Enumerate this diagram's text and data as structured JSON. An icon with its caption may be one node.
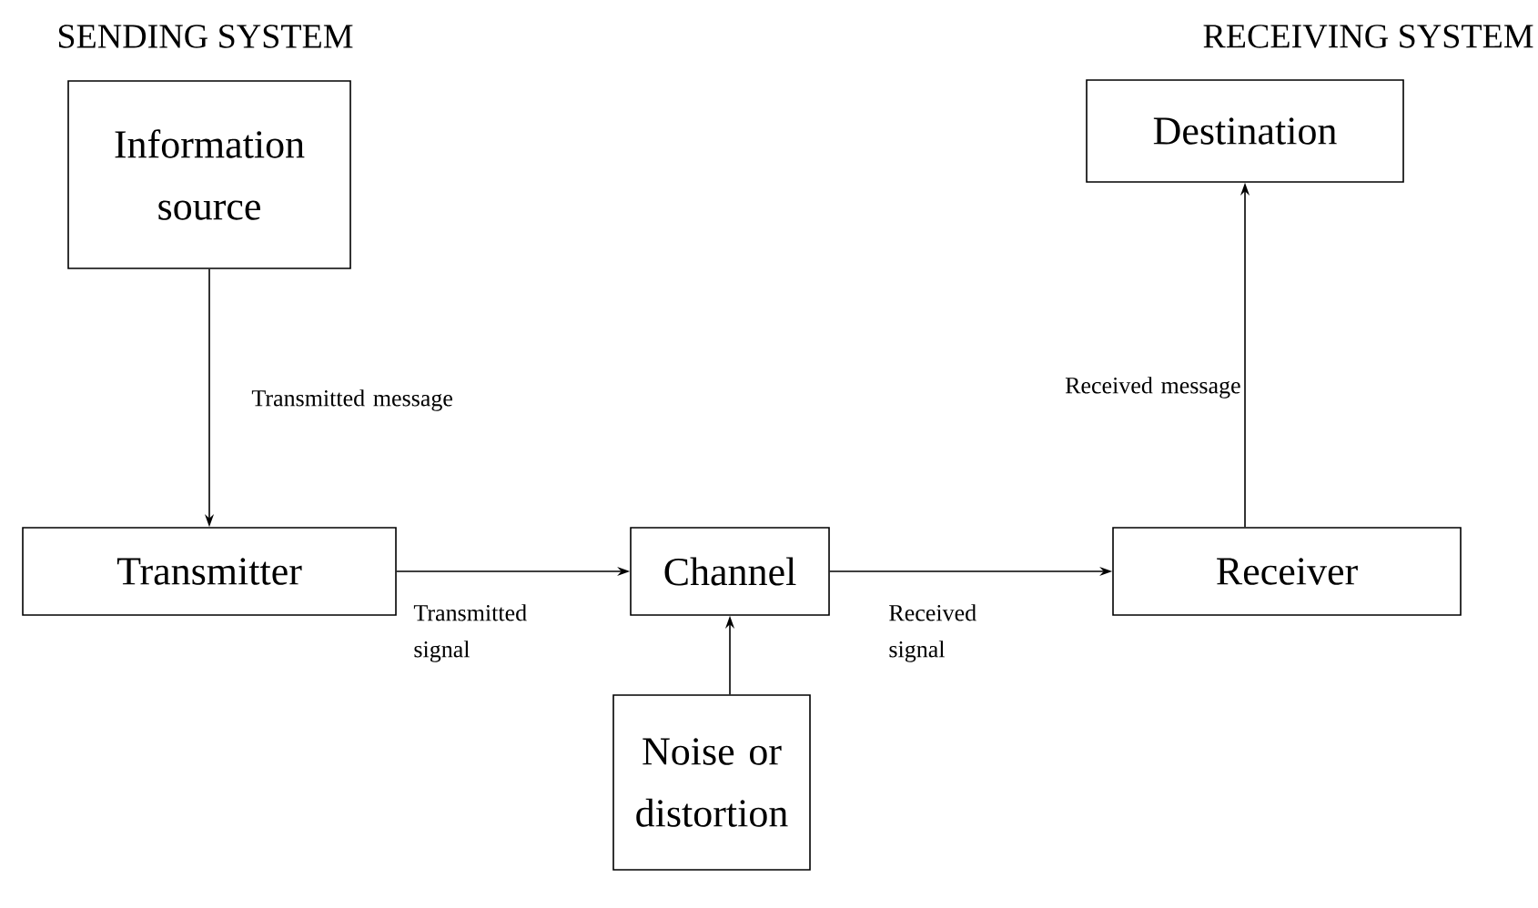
{
  "diagram": {
    "nodes": [
      {
        "text": [
          "Information source"
        ]
      },
      {
        "text": [
          "Transmitter"
        ]
      },
      {
        "text": [
          "Channel"
        ]
      },
      {
        "text": [
          "Noise or distortion"
        ]
      },
      {
        "text": [
          "Receiver"
        ]
      },
      {
        "text": [
          "Destination"
        ]
      }
    ],
    "edges": [
      {
        "from": 0,
        "to": 1,
        "arrow": "to",
        "label": "Transmitted message"
      },
      {
        "from": 1,
        "to": 2,
        "arrow": "to",
        "label": "Transmitted signal"
      },
      {
        "from": 2,
        "to": 4,
        "arrow": "to",
        "label": "Received signal"
      },
      {
        "from": 3,
        "to": 2,
        "arrow": "to"
      },
      {
        "from": 4,
        "to": 5,
        "arrow": "to",
        "label": "Received message"
      }
    ],
    "labels": [
      "SENDING SYSTEM",
      "RECEIVING SYSTEM"
    ]
  }
}
